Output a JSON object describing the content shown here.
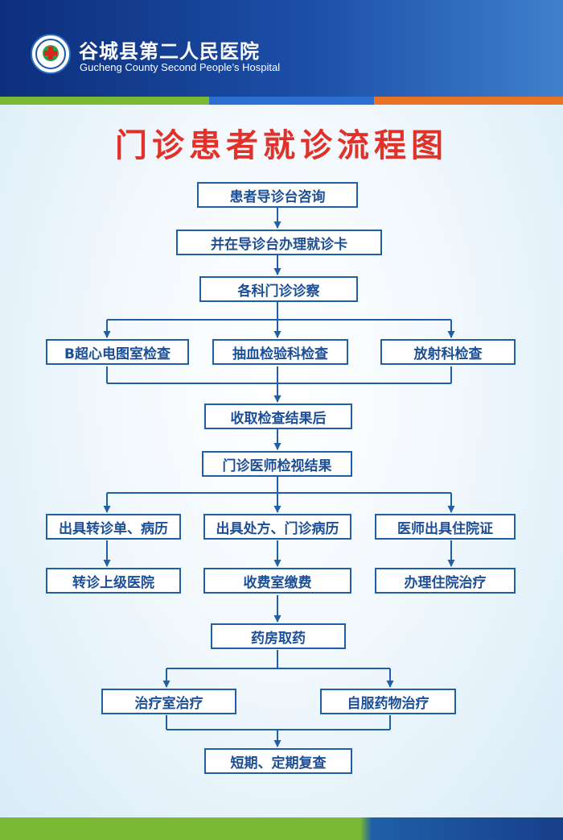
{
  "hospital": {
    "name_cn": "谷城县第二人民医院",
    "name_en": "Gucheng County Second People’s Hospital",
    "logo_icon": "hospital-logo-icon"
  },
  "title": "门诊患者就诊流程图",
  "colors": {
    "header": "#0d2e7c",
    "title": "#e0312b",
    "box_border": "#1f5fa6",
    "box_text": "#1d4f96",
    "stripe_green": "#7ab933",
    "stripe_blue": "#2b6fd0",
    "stripe_orange": "#e87324"
  },
  "steps": {
    "consult": "患者导诊台咨询",
    "card": "并在导诊台办理就诊卡",
    "exam": "各科门诊诊察",
    "b_ultrasound": "B超心电图室检查",
    "blood_test": "抽血检验科检查",
    "radiology": "放射科检查",
    "collect_results": "收取检查结果后",
    "review": "门诊医师检视结果",
    "referral_doc": "出具转诊单、病历",
    "prescription": "出具处方、门诊病历",
    "admission_cert": "医师出具住院证",
    "referral": "转诊上级医院",
    "payment": "收费室缴费",
    "admission": "办理住院治疗",
    "pharmacy": "药房取药",
    "treatment_room": "治疗室治疗",
    "self_medication": "自服药物治疗",
    "followup": "短期、定期复查"
  }
}
